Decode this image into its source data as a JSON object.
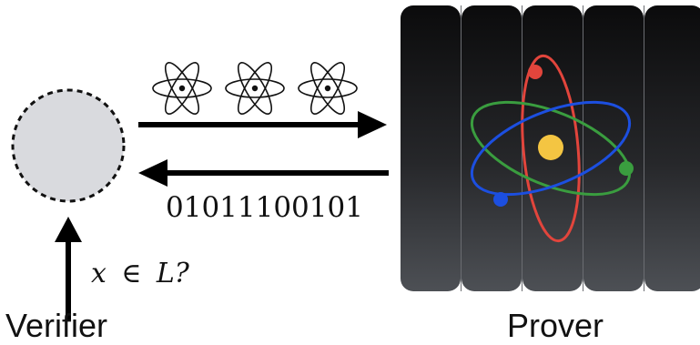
{
  "labels": {
    "verifier": "Verifier",
    "prover": "Prover",
    "bitstring": "01011100101",
    "query_var": "x",
    "query_op": "∈",
    "query_lang": "L?"
  },
  "icons": {
    "message_atoms": [
      "atom-icon",
      "atom-icon",
      "atom-icon"
    ],
    "prover_logo": "atom-icon"
  },
  "colors": {
    "verifier_fill": "#d9dade",
    "verifier_border": "#111111",
    "arrow": "#000000",
    "prover_panel_top": "#0b0b0c",
    "prover_panel_bottom": "#4d5055",
    "orbit_red": "#e2453c",
    "orbit_green": "#3a9d3f",
    "orbit_blue": "#1c4fe0",
    "nucleus": "#f4c542"
  }
}
